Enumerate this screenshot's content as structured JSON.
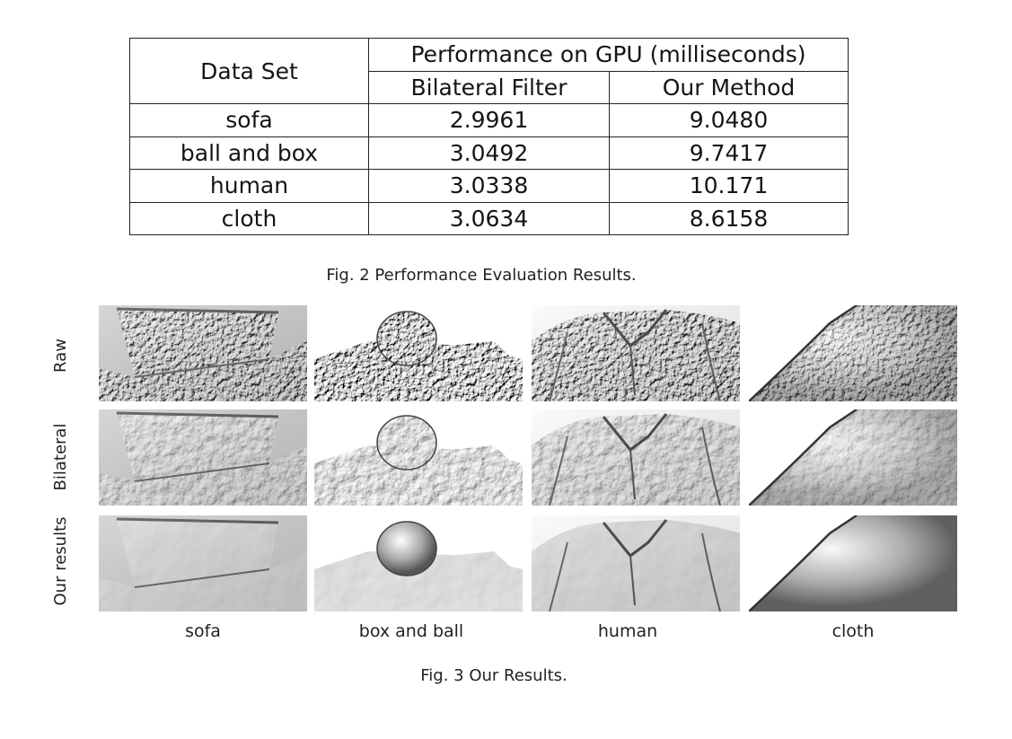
{
  "table": {
    "header": {
      "dataset": "Data Set",
      "group": "Performance on GPU (milliseconds)",
      "col_bilateral": "Bilateral Filter",
      "col_ours": "Our Method"
    },
    "rows": [
      {
        "name": "sofa",
        "bilateral": "2.9961",
        "ours": "9.0480"
      },
      {
        "name": "ball and box",
        "bilateral": "3.0492",
        "ours": "9.7417"
      },
      {
        "name": "human",
        "bilateral": "3.0338",
        "ours": "10.171"
      },
      {
        "name": "cloth",
        "bilateral": "3.0634",
        "ours": "8.6158"
      }
    ]
  },
  "fig2_caption": "Fig. 2 Performance Evaluation Results.",
  "fig3": {
    "row_labels": [
      "Raw",
      "Bilateral",
      "Our results"
    ],
    "col_labels": [
      "sofa",
      "box and ball",
      "human",
      "cloth"
    ],
    "caption": "Fig. 3 Our Results."
  }
}
